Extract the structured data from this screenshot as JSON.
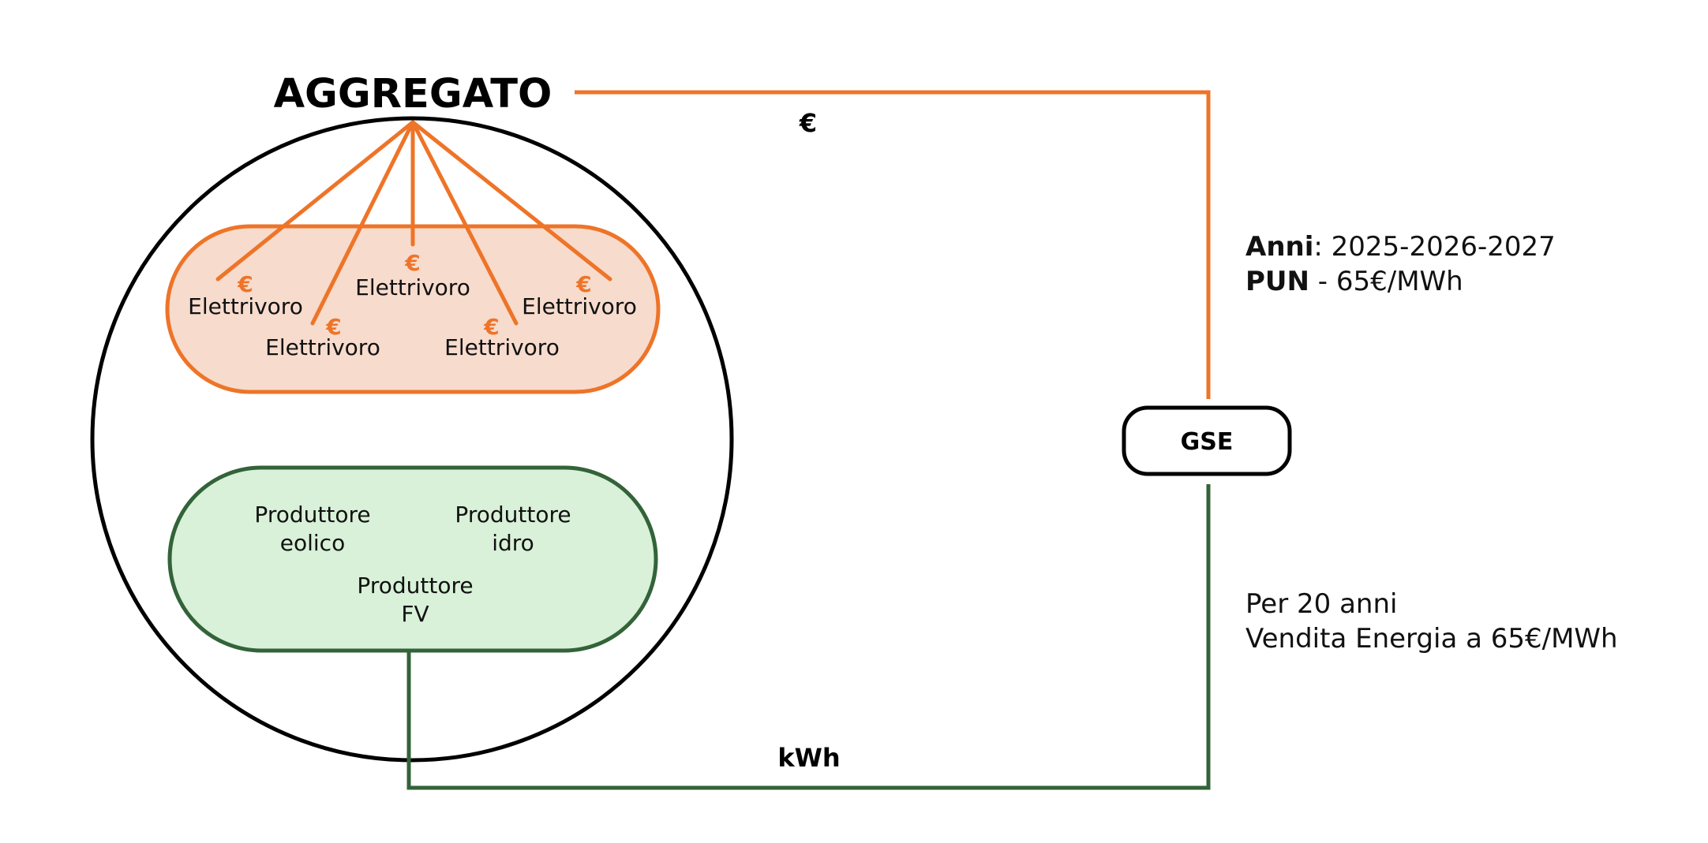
{
  "aggregate": {
    "title": "AGGREGATO"
  },
  "consumers": {
    "items": [
      {
        "label": "Elettrivoro",
        "currency": "€"
      },
      {
        "label": "Elettrivoro",
        "currency": "€"
      },
      {
        "label": "Elettrivoro",
        "currency": "€"
      },
      {
        "label": "Elettrivoro",
        "currency": "€"
      },
      {
        "label": "Elettrivoro",
        "currency": "€"
      }
    ]
  },
  "producers": {
    "wind_line1": "Produttore",
    "wind_line2": "eolico",
    "hydro_line1": "Produttore",
    "hydro_line2": "idro",
    "pv_line1": "Produttore",
    "pv_line2": "FV"
  },
  "gse": {
    "label": "GSE"
  },
  "money_flow": {
    "label": "€"
  },
  "energy_flow": {
    "label": "kWh"
  },
  "top_info": {
    "years_label": "Anni",
    "years_value": ": 2025-2026-2027",
    "price_label": "PUN",
    "price_value": " - 65€/MWh"
  },
  "bottom_info": {
    "line1": "Per 20 anni",
    "line2": "Vendita Energia a 65€/MWh"
  },
  "colors": {
    "orange": "#ee7428",
    "orange_fill": "#f7dbcd",
    "green": "#336339",
    "green_fill": "#d8f1d8",
    "black": "#000000"
  }
}
